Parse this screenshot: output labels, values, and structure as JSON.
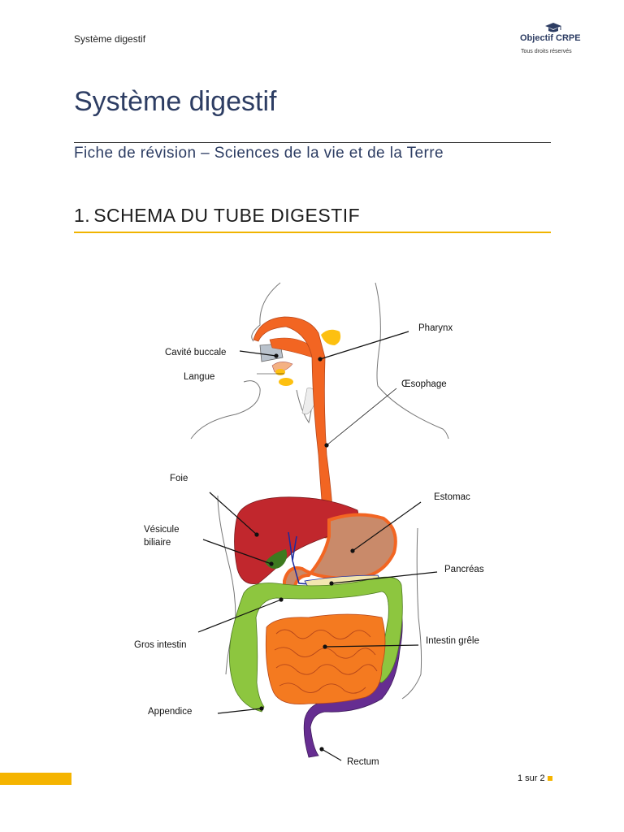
{
  "header": {
    "running_title": "Système digestif",
    "brand": "Objectif CRPE",
    "brand_tagline": "Tous droits réservés",
    "brand_icon": "graduation-cap-icon"
  },
  "document": {
    "title": "Système digestif",
    "subtitle": "Fiche de révision – Sciences de la vie et de la Terre",
    "section_number": "1.",
    "section_title": "SCHEMA DU TUBE DIGESTIF"
  },
  "diagram": {
    "labels": {
      "pharynx": "Pharynx",
      "cavite_buccale": "Cavité buccale",
      "langue": "Langue",
      "oesophage": "Œsophage",
      "foie": "Foie",
      "estomac": "Estomac",
      "vesicule_1": "Vésicule",
      "vesicule_2": "biliaire",
      "pancreas": "Pancréas",
      "gros_intestin": "Gros intestin",
      "intestin_grele": "Intestin grêle",
      "appendice": "Appendice",
      "rectum": "Rectum"
    },
    "colors": {
      "oesophagus": "#f26522",
      "liver": "#c1272d",
      "stomach": "#c98a6a",
      "gallbladder": "#3d7a1f",
      "large_intestine": "#8dc63f",
      "small_intestine": "#f47a20",
      "rectum": "#662d91",
      "salivary": "#fdc010"
    }
  },
  "footer": {
    "page": "1 sur 2",
    "accent": "#f5b400"
  }
}
